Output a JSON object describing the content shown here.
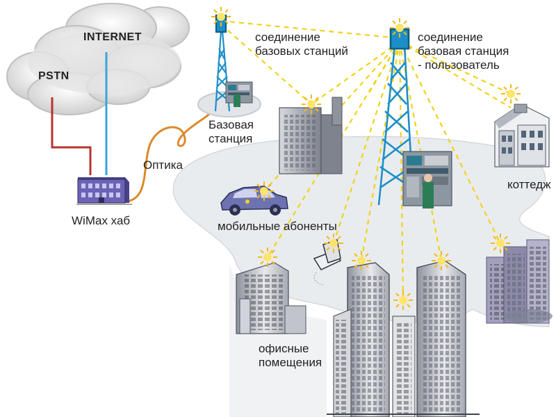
{
  "labels": {
    "internet": "INTERNET",
    "pstn": "PSTN",
    "wimax_hub": "WiMax хаб",
    "optics": "Оптика",
    "base_station": [
      "Базовая",
      "станция"
    ],
    "bs_link": [
      "соединение",
      "базовых станций"
    ],
    "bs_user_link": [
      "соединение",
      "базовая станция",
      "- пользователь"
    ],
    "cottage": "коттедж",
    "mobile_subscribers": "мобильные абоненты",
    "offices": [
      "офисные",
      "помещения"
    ]
  },
  "colors": {
    "cloud": "#c9c9c9",
    "ground": "#e9ecef",
    "radio_link": "#f2d21a",
    "tower": "#1d8fc8",
    "fiber": "#d98a2b",
    "pstn_line": "#b8332e",
    "internet_line": "#3aa5d8",
    "building": "#b9bcc4",
    "hub": "#6b63b5",
    "car": "#6d72b0",
    "antenna_glow": "#f3c21c"
  }
}
